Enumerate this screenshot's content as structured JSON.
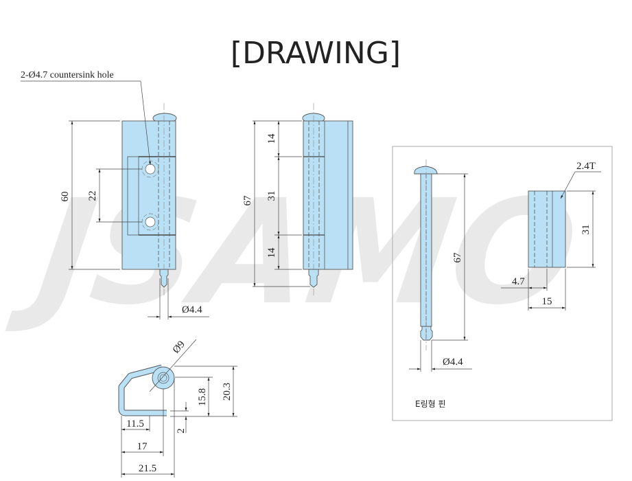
{
  "title": "[DRAWING]",
  "watermark": "JSAMO",
  "front_view": {
    "hole_callout": "2-Ø4.7 countersink hole",
    "dim_height": "60",
    "dim_hole_pitch": "22",
    "dim_pin_dia": "Ø4.4"
  },
  "side_view": {
    "dim_total": "67",
    "dim_top": "14",
    "dim_middle": "31",
    "dim_bottom": "14"
  },
  "section_view": {
    "dim_knuckle_dia": "Ø9",
    "dim_height_total": "20.3",
    "dim_height_center": "15.8",
    "dim_thickness": "2",
    "dim_width_1": "11.5",
    "dim_width_2": "17",
    "dim_width_3": "21.5"
  },
  "pin_panel": {
    "dim_pin_length": "67",
    "dim_pin_dia": "Ø4.4",
    "dim_thickness": "2.4T",
    "dim_block_height": "31",
    "dim_offset": "4.7",
    "dim_block_width": "15",
    "caption": "E링형 핀"
  }
}
